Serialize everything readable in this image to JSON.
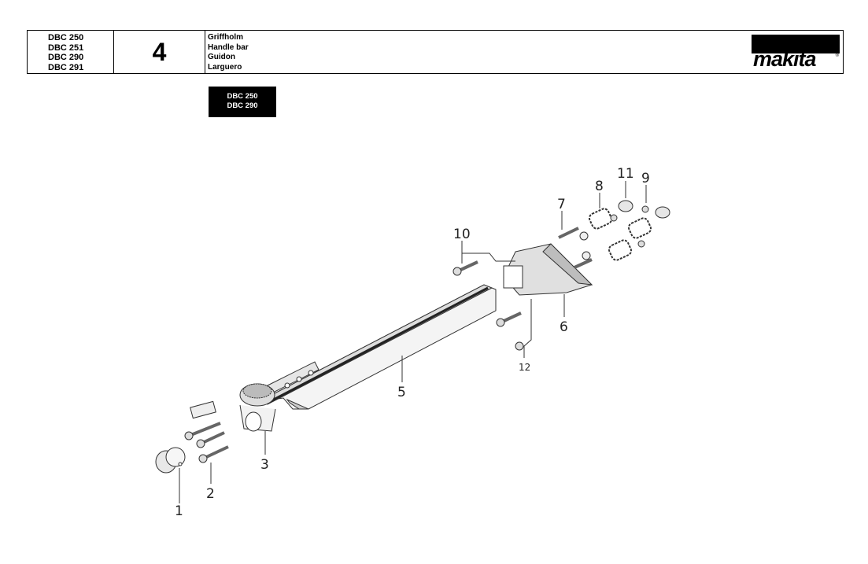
{
  "header": {
    "models": [
      "DBC 250",
      "DBC 251",
      "DBC 290",
      "DBC 291"
    ],
    "group_number": "4",
    "names": [
      "Griffholm",
      "Handle bar",
      "Guidon",
      "Larguero"
    ],
    "brand": "makita",
    "brand_mark": "®"
  },
  "model_box": [
    "DBC 250",
    "DBC 290"
  ],
  "callouts": [
    "1",
    "2",
    "3",
    "5",
    "6",
    "7",
    "8",
    "9",
    "10",
    "11",
    "12"
  ]
}
